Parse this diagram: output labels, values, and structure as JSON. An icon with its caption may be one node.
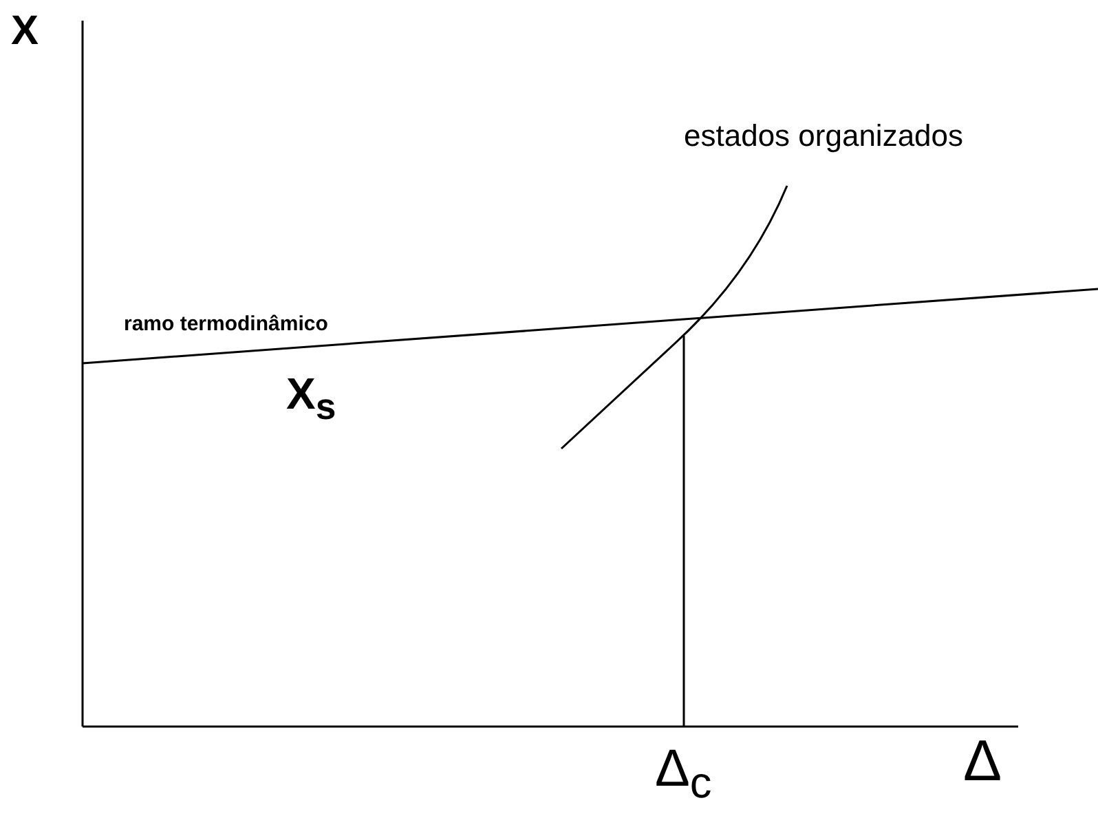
{
  "diagram": {
    "labels": [
      "X",
      "estados organizados",
      "ramo termodinâmico",
      "X$_{s}$",
      "Δ$_{c}$",
      "Δ"
    ]
  }
}
